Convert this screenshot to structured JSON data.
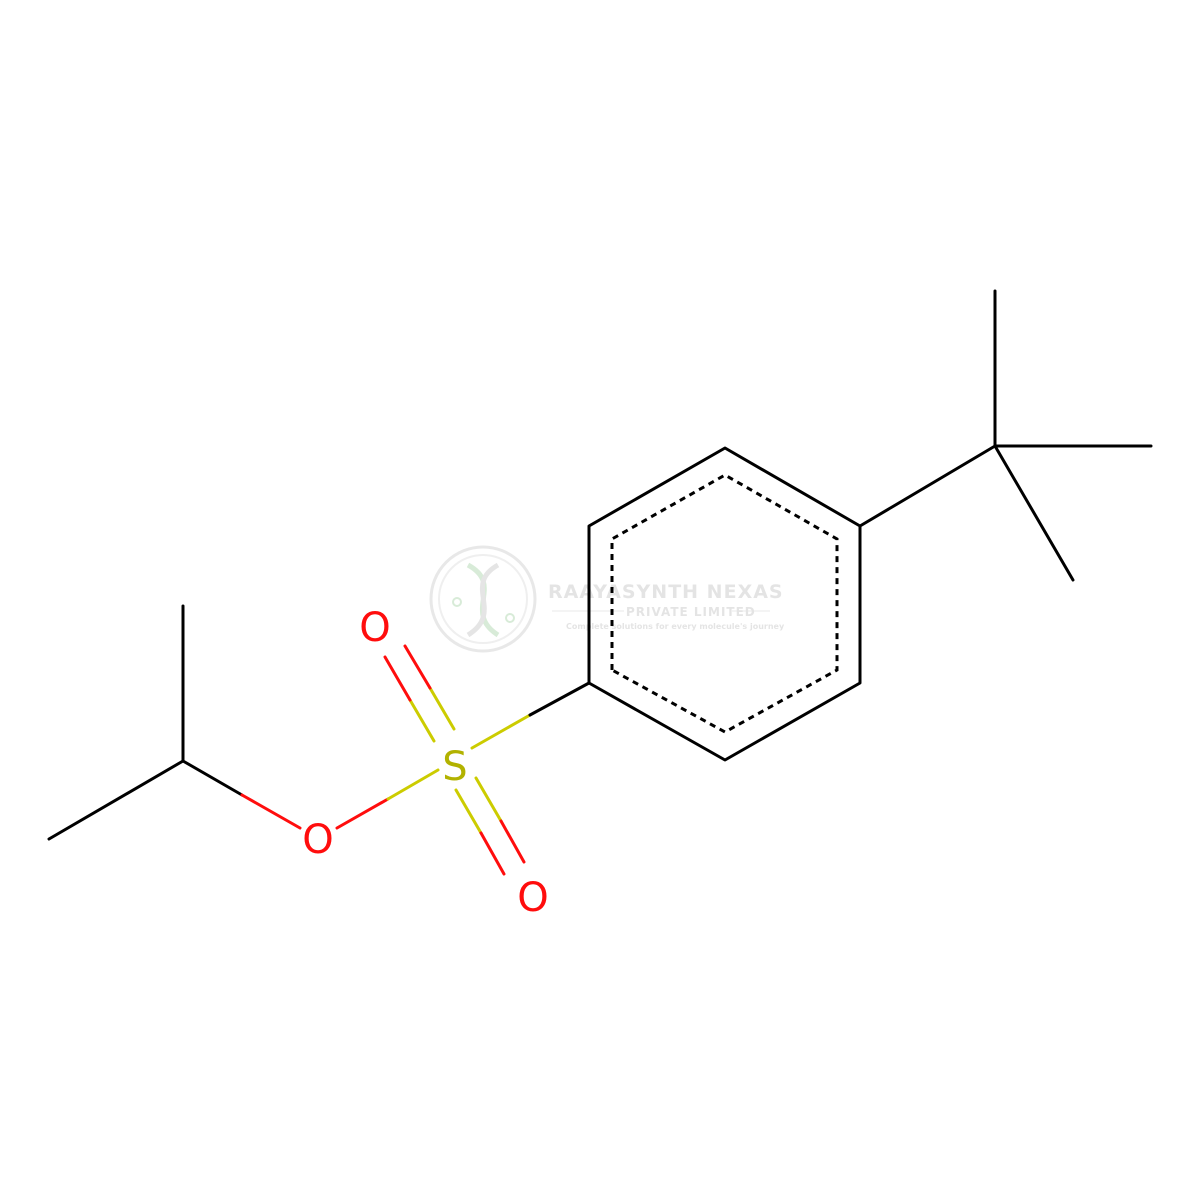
{
  "molecule": {
    "atoms": {
      "O_ester": "O",
      "S": "S",
      "O_top": "O",
      "O_bottom": "O"
    },
    "colors": {
      "bond": "#000000",
      "oxygen": "#ff0d0d",
      "sulfur": "#b2b200",
      "sulfur_bond": "#cccc00"
    }
  },
  "watermark": {
    "title": "RAAYASYNTH NEXAS",
    "subtitle": "PRIVATE LIMITED",
    "tagline": "Complete solutions for every molecule's journey",
    "logo_icon": "dna-helix-icon",
    "color": "#c8c8c8"
  }
}
